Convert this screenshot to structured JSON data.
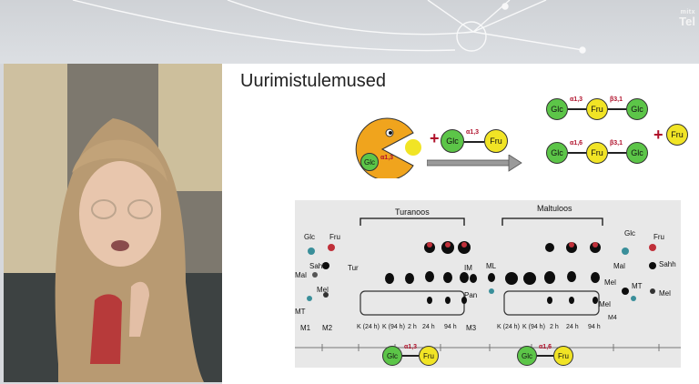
{
  "logo": {
    "small": "mitx",
    "big": "Tel"
  },
  "slide": {
    "title": "Uurimistulemused"
  },
  "reaction": {
    "enzyme_sub": "Glc",
    "enzyme_bond": "α1,3",
    "substrate": {
      "left": "Glc",
      "bond": "α1,3",
      "right": "Fru"
    },
    "product1": {
      "a": "Glc",
      "b1": "α1,3",
      "m": "Fru",
      "b2": "β3,1",
      "c": "Glc"
    },
    "product2": {
      "a": "Glc",
      "b1": "α1,6",
      "m": "Fru",
      "b2": "β3,1",
      "c": "Glc"
    },
    "extra": "Fru"
  },
  "tlc": {
    "group_left": "Turanoos",
    "group_right": "Maltuloos",
    "lane_labels": {
      "m1": "M1",
      "m2": "M2",
      "k24a": "K (24 h)",
      "k94a": "K (94 h)",
      "h2a": "2 h",
      "h24a": "24 h",
      "h94a": "94 h",
      "m3": "M3",
      "k24b": "K (24 h)",
      "k94b": "K (94 h)",
      "h2b": "2 h",
      "h24b": "24 h",
      "h94b": "94 h",
      "m4": "M4"
    },
    "left_std": {
      "glc": "Glc",
      "fru": "Fru",
      "sahh": "Sahh",
      "mal": "Mal",
      "tur": "Tur",
      "mel": "Mel",
      "mt": "MT"
    },
    "mid_std": {
      "im": "IM",
      "pan": "Pan",
      "ml": "ML"
    },
    "right_std": {
      "glc": "Glc",
      "fru": "Fru",
      "mal": "Mal",
      "sahh": "Sahh",
      "mel1": "Mel",
      "mt": "MT",
      "mel2": "Mel",
      "mel3": "Mel"
    }
  },
  "strip": {
    "s1": {
      "a": "Glc",
      "b": "α1,3",
      "c": "Fru"
    },
    "s2": {
      "a": "Glc",
      "b": "α1,6",
      "c": "Fru"
    }
  }
}
